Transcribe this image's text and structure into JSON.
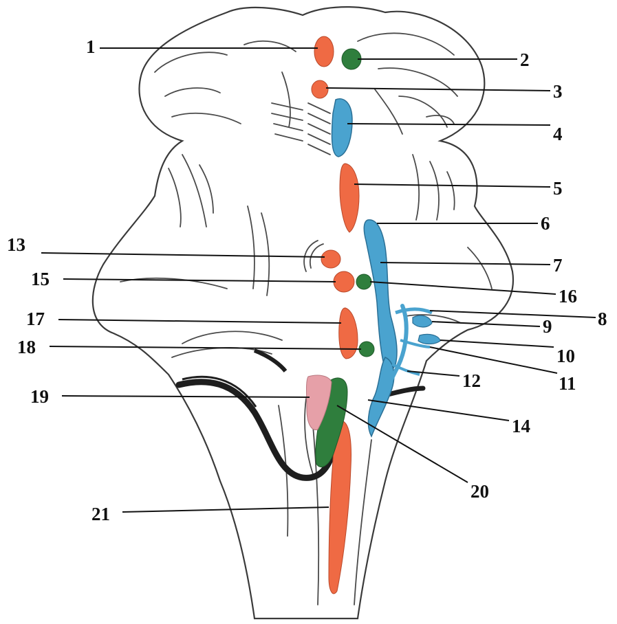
{
  "diagram": {
    "labels": [
      "1",
      "2",
      "3",
      "4",
      "5",
      "6",
      "7",
      "8",
      "9",
      "10",
      "11",
      "12",
      "13",
      "14",
      "15",
      "16",
      "17",
      "18",
      "19",
      "20",
      "21"
    ]
  },
  "colors": {
    "motor_nucleus": "#ef6a44",
    "parasympathetic_nucleus": "#2f7e3d",
    "sensory_nucleus": "#4aa3cf",
    "pink_nucleus": "#e6a0a8",
    "outline": "#3a3a3a",
    "dark_band": "#1e1e1e"
  }
}
